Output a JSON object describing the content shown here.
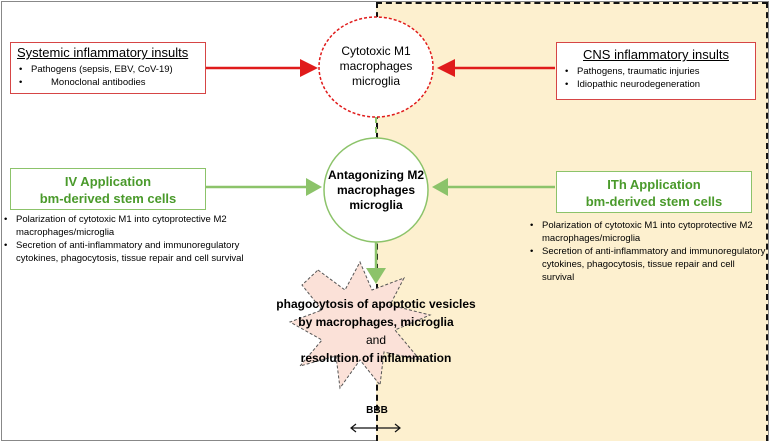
{
  "systemic": {
    "title": "Systemic inflammatory insults",
    "items": [
      "Pathogens (sepsis, EBV, CoV-19)",
      "Monoclonal antibodies"
    ]
  },
  "cns": {
    "title": "CNS inflammatory insults",
    "items": [
      "Pathogens, traumatic injuries",
      "Idiopathic neurodegeneration"
    ]
  },
  "m1": {
    "line1": "Cytotoxic M1",
    "line2": "macrophages",
    "line3": "microglia"
  },
  "m2": {
    "line1": "Antagonizing M2",
    "line2": "macrophages",
    "line3": "microglia"
  },
  "iv": {
    "title1": "IV Application",
    "title2": "bm-derived stem cells",
    "items": [
      "Polarization of cytotoxic M1 into cytoprotective M2 macrophages/microglia",
      "Secretion of anti-inflammatory and immunoregulatory cytokines, phagocytosis, tissue repair and cell survival"
    ]
  },
  "ith": {
    "title1": "ITh Application",
    "title2": "bm-derived stem cells",
    "items": [
      "Polarization of cytotoxic M1 into cytoprotective M2 macrophages/microglia",
      "Secretion of anti-inflammatory and immunoregulatory cytokines, phagocytosis, tissue repair and cell survival"
    ]
  },
  "outcome": {
    "line1": "phagocytosis of apoptotic vesicles",
    "line2": "by macrophages, microglia",
    "line3": "and",
    "line4": "resolution of inflammation"
  },
  "bbb_label": "BBB",
  "colors": {
    "red": "#e01b1b",
    "green": "#8cc36a",
    "cns_bg": "#fdf0cf",
    "burst": "#fbe1d8",
    "title_green": "#4a9a2b"
  }
}
